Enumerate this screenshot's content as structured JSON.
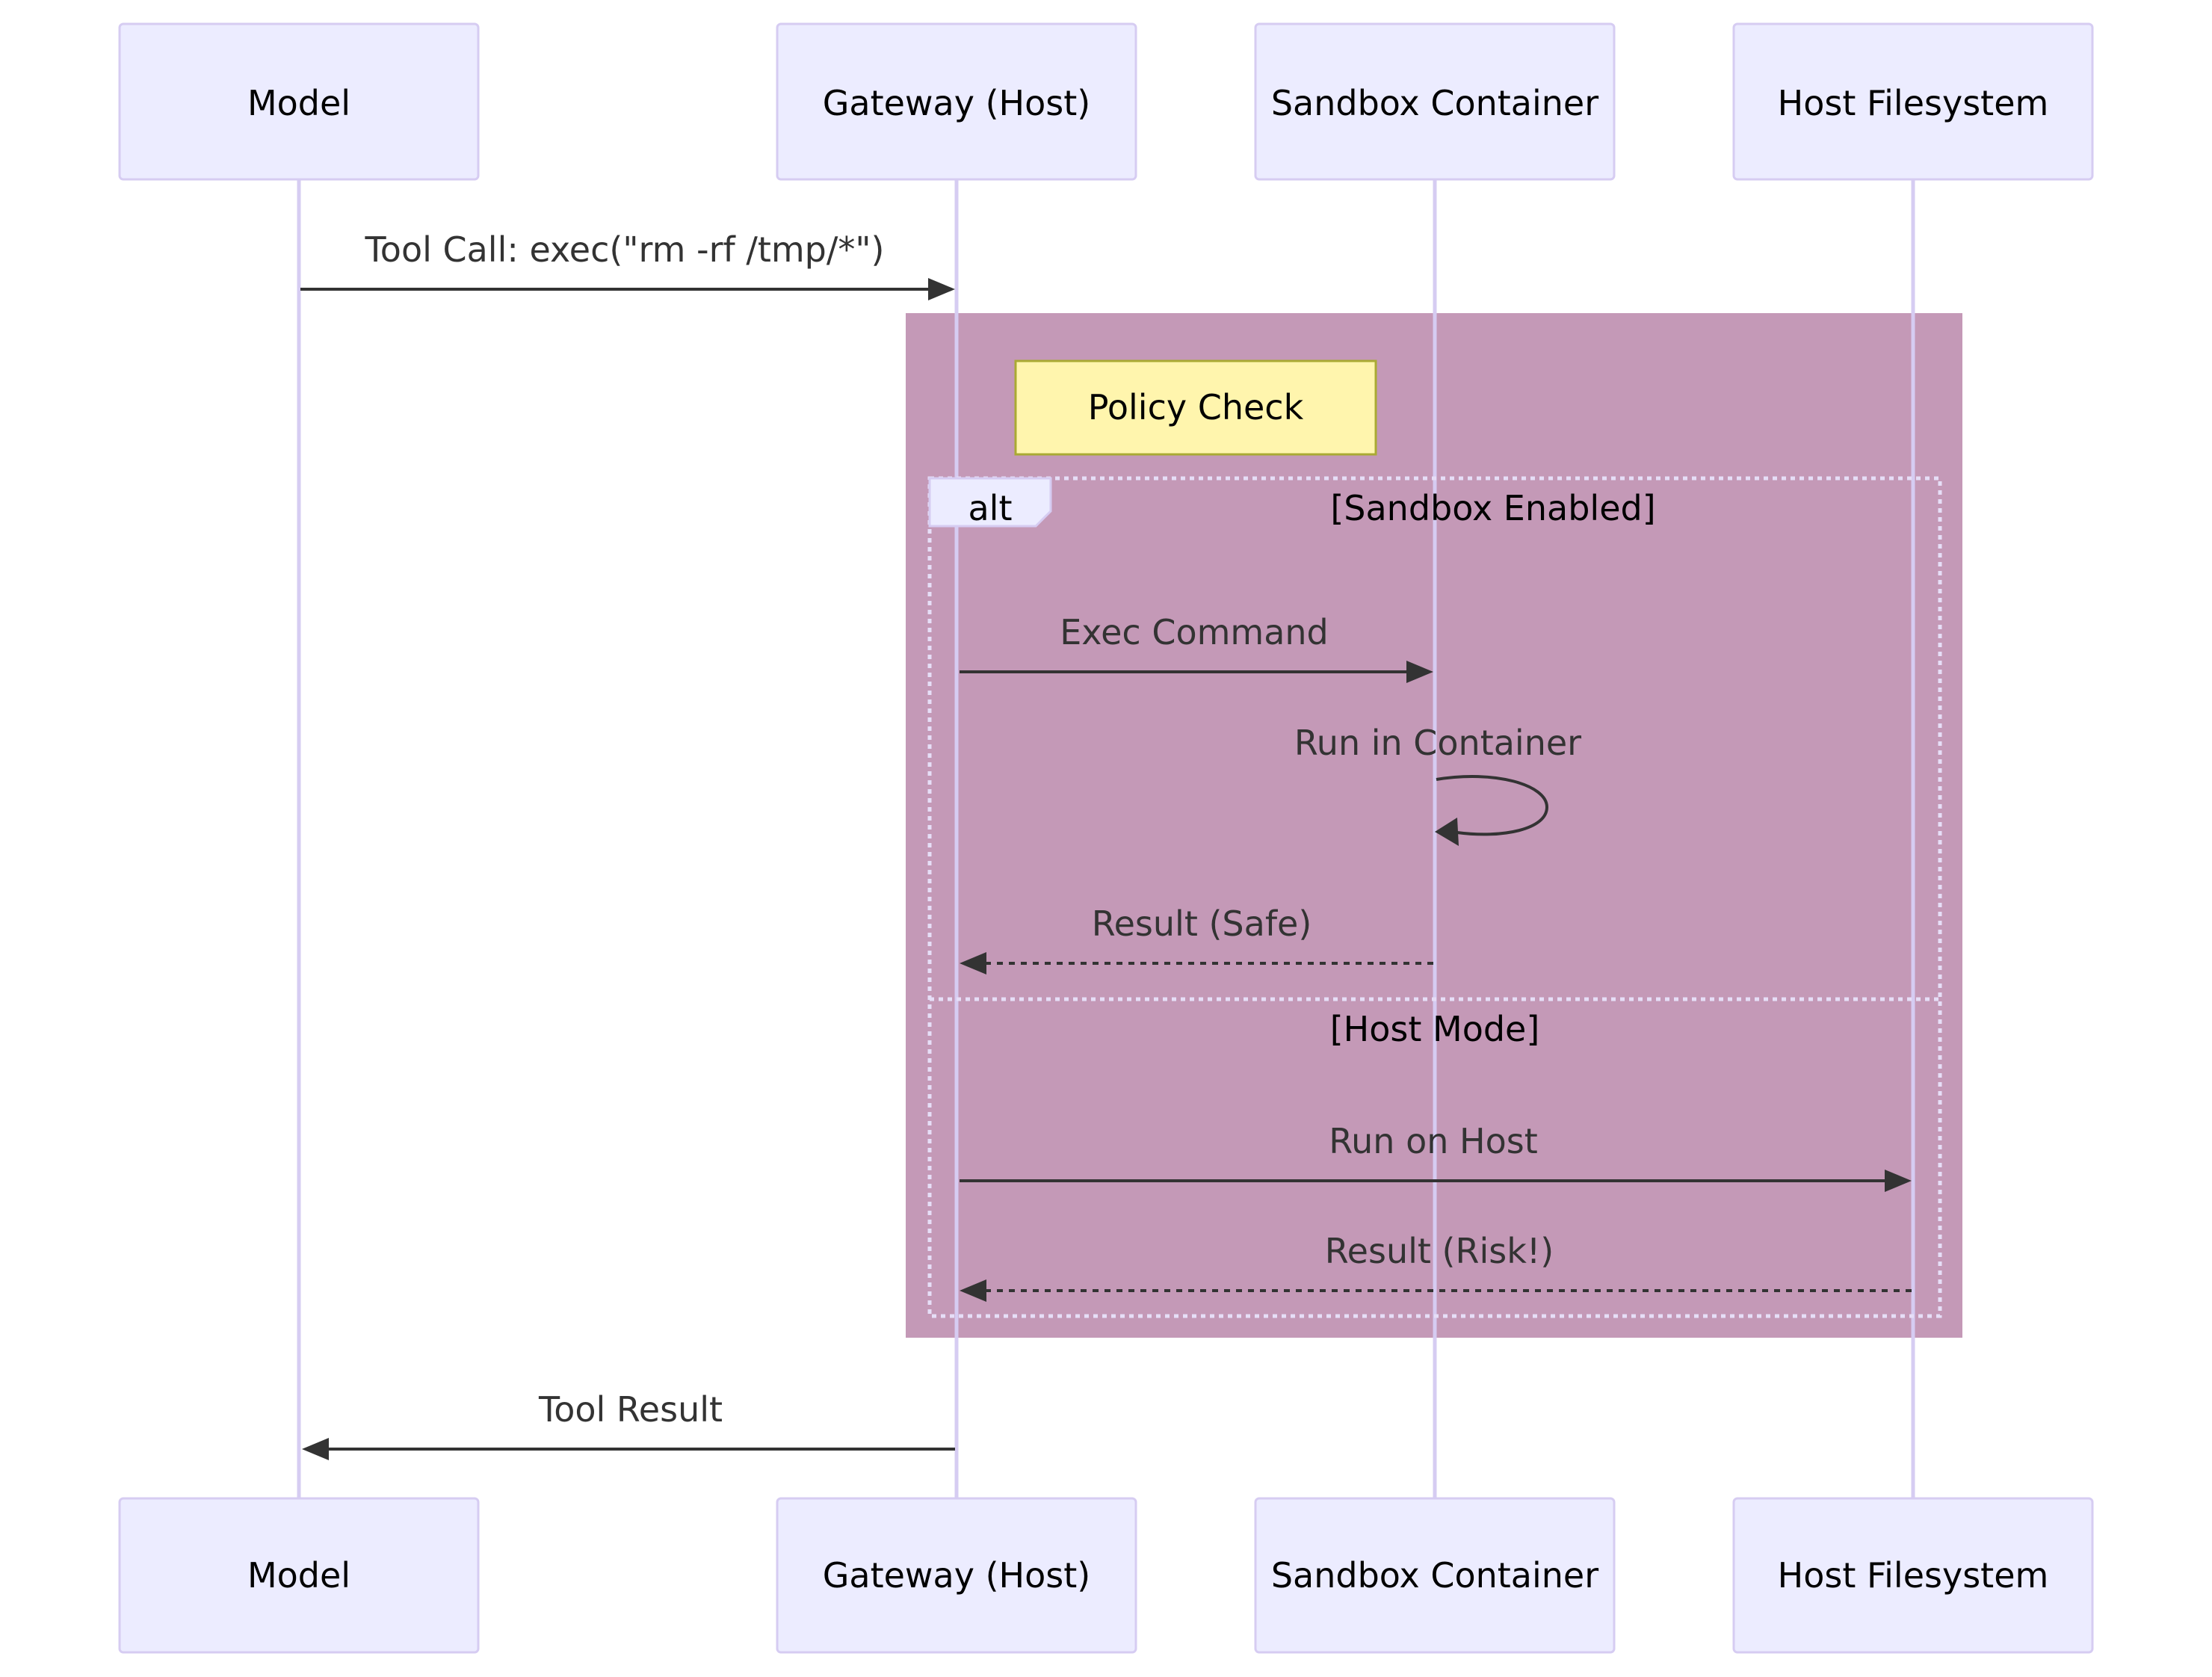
{
  "diagram": {
    "type": "sequence",
    "actors": [
      {
        "id": "model",
        "label": "Model"
      },
      {
        "id": "gateway",
        "label": "Gateway (Host)"
      },
      {
        "id": "sandbox",
        "label": "Sandbox Container"
      },
      {
        "id": "hostfs",
        "label": "Host Filesystem"
      }
    ],
    "messages": {
      "tool_call": {
        "from": "model",
        "to": "gateway",
        "label": "Tool Call: exec(\"rm -rf /tmp/*\")",
        "style": "solid"
      },
      "exec_command": {
        "from": "gateway",
        "to": "sandbox",
        "label": "Exec Command",
        "style": "solid"
      },
      "run_in_container": {
        "from": "sandbox",
        "to": "sandbox",
        "label": "Run in Container",
        "style": "solid"
      },
      "result_safe": {
        "from": "sandbox",
        "to": "gateway",
        "label": "Result (Safe)",
        "style": "dashed"
      },
      "run_on_host": {
        "from": "gateway",
        "to": "hostfs",
        "label": "Run on Host",
        "style": "solid"
      },
      "result_risk": {
        "from": "hostfs",
        "to": "gateway",
        "label": "Result (Risk!)",
        "style": "dashed"
      },
      "tool_result": {
        "from": "gateway",
        "to": "model",
        "label": "Tool Result",
        "style": "solid"
      }
    },
    "note": {
      "label": "Policy Check",
      "color": "#FFF5AD"
    },
    "highlight_rect_color": "#C499B7",
    "alt": {
      "label": "alt",
      "conditions": [
        "[Sandbox Enabled]",
        "[Host Mode]"
      ]
    }
  }
}
